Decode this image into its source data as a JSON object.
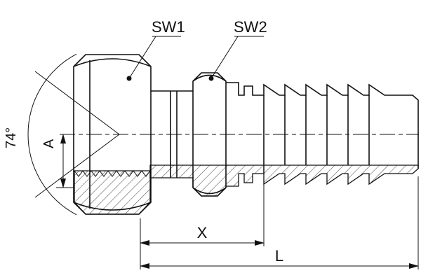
{
  "drawing": {
    "colors": {
      "line": "#111111",
      "background": "#ffffff"
    },
    "labels": {
      "sw1": "SW1",
      "sw2": "SW2",
      "cone_angle": "74°",
      "dim_a": "A",
      "dim_x": "X",
      "dim_l": "L"
    }
  }
}
